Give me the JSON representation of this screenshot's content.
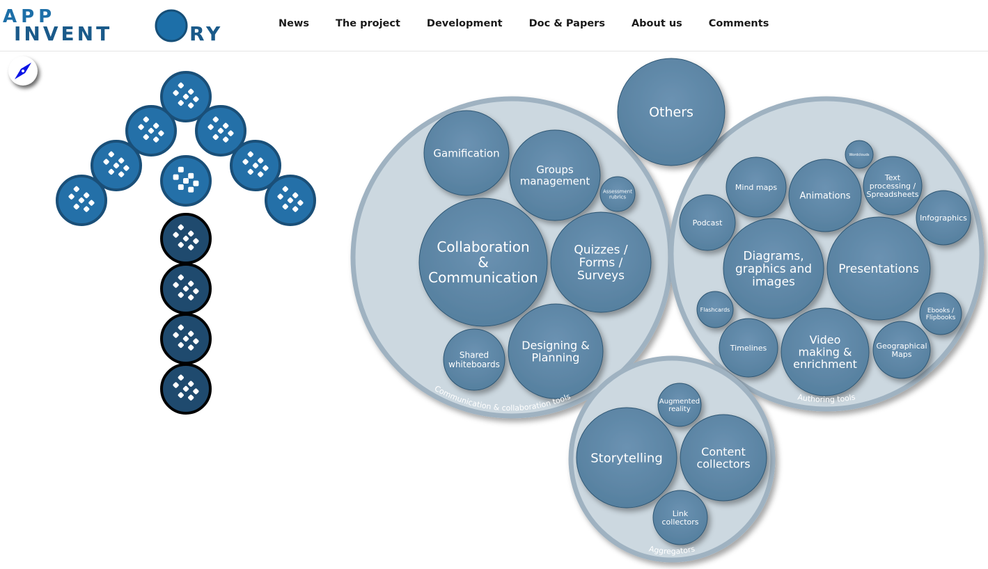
{
  "header": {
    "logo_text": "APP INVENTORY",
    "nav": [
      "News",
      "The project",
      "Development",
      "Doc & Papers",
      "About us",
      "Comments"
    ]
  },
  "icons": {
    "compass": "compass-icon",
    "app": "app-dots-icon"
  },
  "colors": {
    "bubble": "#5f87a8",
    "group": "#ccd8e0",
    "group_border": "#9fb2c1",
    "logo": "#1d6fa8",
    "arrow_dark": "#1f4a6e"
  },
  "groups": [
    {
      "label": "Communication & collaboration tools",
      "items": [
        [
          "Gamification"
        ],
        [
          "Groups",
          "management"
        ],
        [
          "Assessment",
          "rubrics"
        ],
        [
          "Collaboration",
          "&",
          "Communication"
        ],
        [
          "Quizzes /",
          "Forms /",
          "Surveys"
        ],
        [
          "Shared",
          "whiteboards"
        ],
        [
          "Designing &",
          "Planning"
        ]
      ]
    },
    {
      "label": "Authoring tools",
      "items": [
        [
          "Wordclouds"
        ],
        [
          "Mind maps"
        ],
        [
          "Animations"
        ],
        [
          "Text",
          "processing /",
          "Spreadsheets"
        ],
        [
          "Podcast"
        ],
        [
          "Infographics"
        ],
        [
          "Diagrams,",
          "graphics and",
          "images"
        ],
        [
          "Presentations"
        ],
        [
          "Flashcards"
        ],
        [
          "Ebooks /",
          "Flipbooks"
        ],
        [
          "Timelines"
        ],
        [
          "Video",
          "making &",
          "enrichment"
        ],
        [
          "Geographical",
          "Maps"
        ]
      ]
    },
    {
      "label": "Aggregators",
      "items": [
        [
          "Augmented",
          "reality"
        ],
        [
          "Storytelling"
        ],
        [
          "Content",
          "collectors"
        ],
        [
          "Link",
          "collectors"
        ]
      ]
    }
  ],
  "others": "Others"
}
